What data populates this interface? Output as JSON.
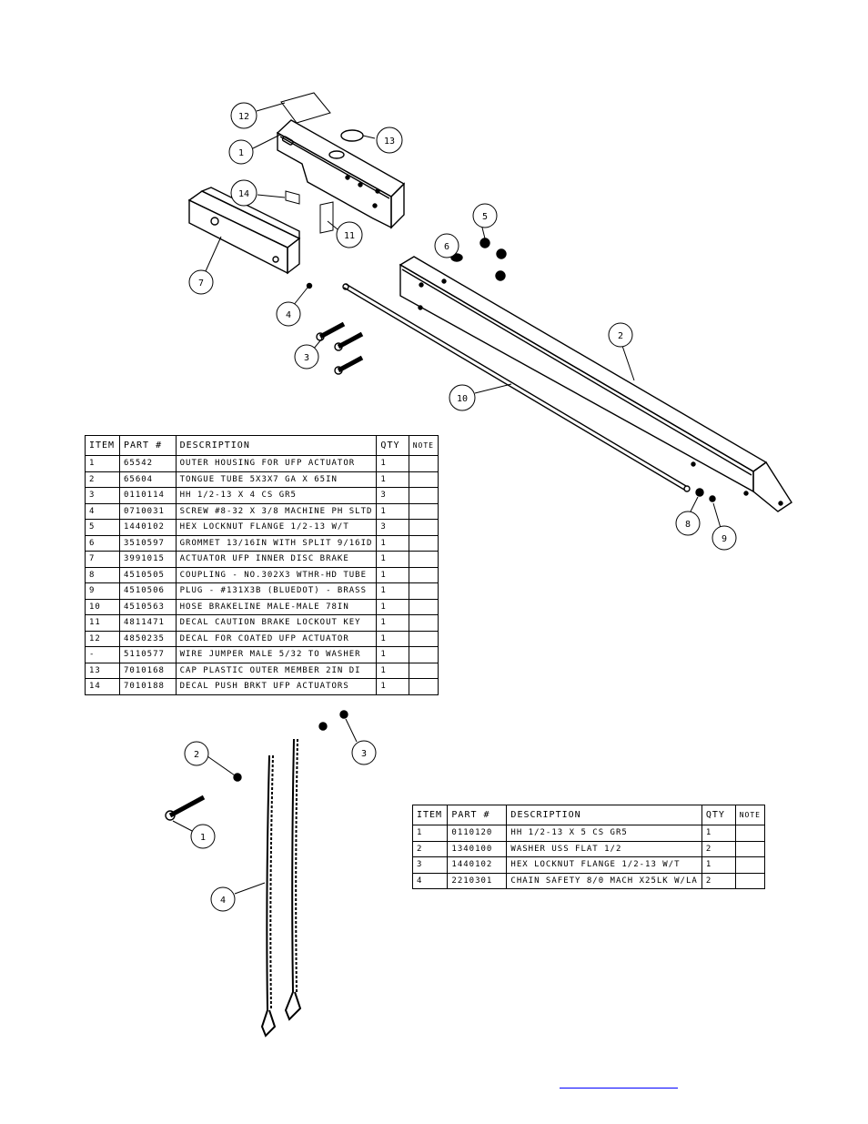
{
  "upper_callouts": [
    "1",
    "2",
    "3",
    "4",
    "5",
    "6",
    "7",
    "8",
    "9",
    "10",
    "11",
    "12",
    "13",
    "14"
  ],
  "lower_callouts": [
    "1",
    "2",
    "3",
    "4"
  ],
  "bom_upper": {
    "headers": [
      "ITEM",
      "PART #",
      "DESCRIPTION",
      "QTY",
      "NOTE"
    ],
    "rows": [
      [
        "1",
        "65542",
        "OUTER HOUSING FOR UFP ACTUATOR",
        "1",
        ""
      ],
      [
        "2",
        "65604",
        "TONGUE TUBE 5X3X7 GA X 65IN",
        "1",
        ""
      ],
      [
        "3",
        "0110114",
        "HH 1/2-13 X 4 CS GR5",
        "3",
        ""
      ],
      [
        "4",
        "0710031",
        "SCREW #8-32 X 3/8 MACHINE PH SLTD",
        "1",
        ""
      ],
      [
        "5",
        "1440102",
        "HEX LOCKNUT FLANGE 1/2-13 W/T",
        "3",
        ""
      ],
      [
        "6",
        "3510597",
        "GROMMET 13/16IN  WITH SPLIT 9/16ID",
        "1",
        ""
      ],
      [
        "7",
        "3991015",
        "ACTUATOR UFP INNER  DISC BRAKE",
        "1",
        ""
      ],
      [
        "8",
        "4510505",
        "COUPLING - NO.302X3 WTHR-HD TUBE",
        "1",
        ""
      ],
      [
        "9",
        "4510506",
        "PLUG - #131X3B (BLUEDOT) - BRASS",
        "1",
        ""
      ],
      [
        "10",
        "4510563",
        "HOSE BRAKELINE MALE-MALE 78IN",
        "1",
        ""
      ],
      [
        "11",
        "4811471",
        "DECAL CAUTION BRAKE LOCKOUT KEY",
        "1",
        ""
      ],
      [
        "12",
        "4850235",
        "DECAL FOR COATED UFP ACTUATOR",
        "1",
        ""
      ],
      [
        "-",
        "5110577",
        "WIRE JUMPER MALE 5/32 TO WASHER",
        "1",
        ""
      ],
      [
        "13",
        "7010168",
        "CAP  PLASTIC OUTER MEMBER 2IN DI",
        "1",
        ""
      ],
      [
        "14",
        "7010188",
        "DECAL PUSH BRKT UFP ACTUATORS",
        "1",
        ""
      ]
    ]
  },
  "bom_lower": {
    "headers": [
      "ITEM",
      "PART #",
      "DESCRIPTION",
      "QTY",
      "NOTE"
    ],
    "rows": [
      [
        "1",
        "0110120",
        "HH 1/2-13 X 5 CS GR5",
        "1",
        ""
      ],
      [
        "2",
        "1340100",
        "WASHER USS FLAT 1/2",
        "2",
        ""
      ],
      [
        "3",
        "1440102",
        "HEX LOCKNUT FLANGE 1/2-13 W/T",
        "1",
        ""
      ],
      [
        "4",
        "2210301",
        "CHAIN SAFETY 8/0 MACH X25LK W/LA",
        "2",
        ""
      ]
    ]
  },
  "link_color": "#0000ff"
}
